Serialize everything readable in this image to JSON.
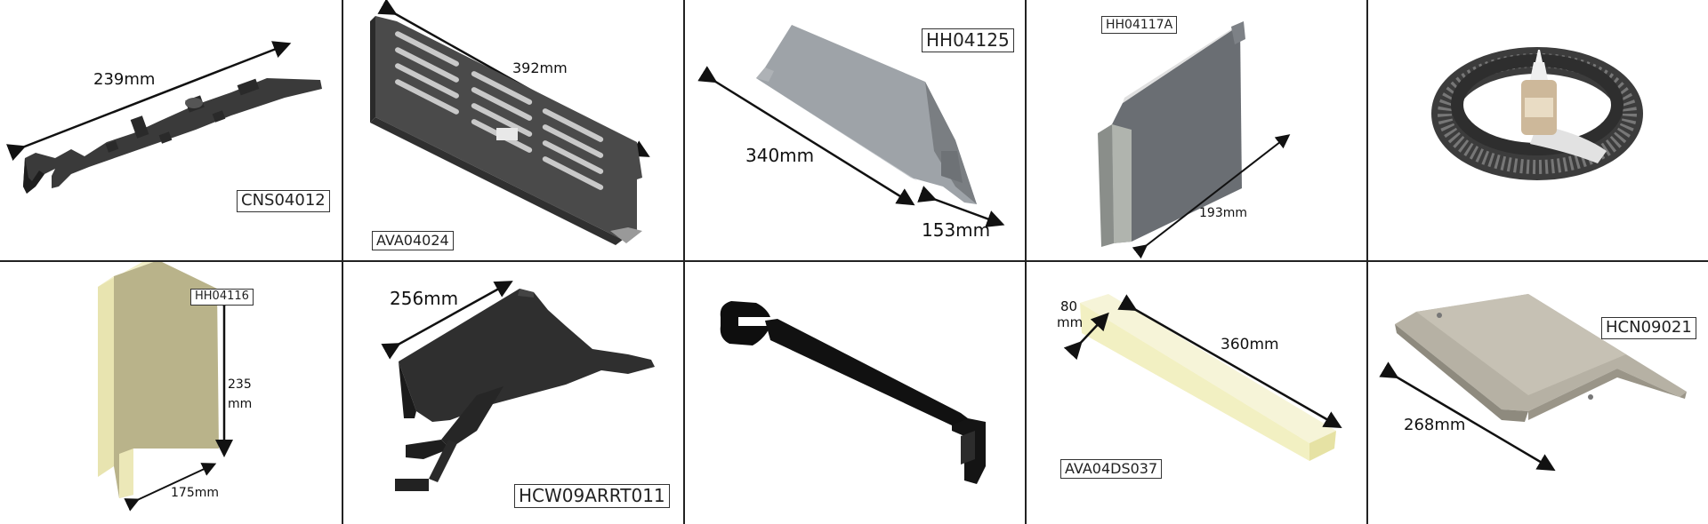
{
  "parts": [
    {
      "code": "CNS04012",
      "dimensions": [
        "239mm"
      ]
    },
    {
      "code": "AVA04024",
      "dimensions": [
        "392mm"
      ]
    },
    {
      "code": "HH04125",
      "dimensions": [
        "340mm",
        "153mm"
      ]
    },
    {
      "code": "HH04117A",
      "dimensions": [
        "193mm"
      ]
    },
    {
      "code": "",
      "dimensions": []
    },
    {
      "code": "HH04116",
      "dimensions": [
        "235",
        "mm",
        "175mm"
      ]
    },
    {
      "code": "HCW09ARRT011",
      "dimensions": [
        "256mm"
      ]
    },
    {
      "code": "",
      "dimensions": []
    },
    {
      "code": "AVA04DS037",
      "dimensions": [
        "80",
        "mm",
        "360mm"
      ]
    },
    {
      "code": "HCN09021",
      "dimensions": [
        "268mm"
      ]
    }
  ]
}
